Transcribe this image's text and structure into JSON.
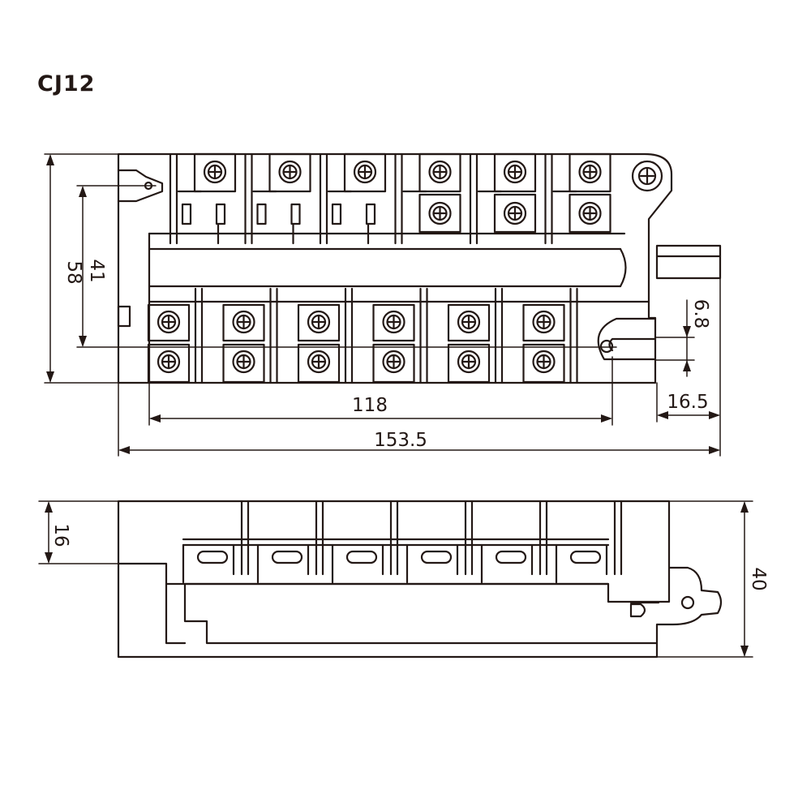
{
  "title": "CJ12",
  "colors": {
    "line": "#231815",
    "background": "#ffffff"
  },
  "top_view": {
    "terminals_top_row": 6,
    "terminals_bottom_row": 6,
    "dimensions": {
      "overall_height": "58",
      "mount_hole_spacing_vertical": "41",
      "overall_length": "153.5",
      "mount_hole_spacing_horizontal": "118",
      "lug_width": "16.5",
      "lug_slot": "6.8"
    }
  },
  "side_view": {
    "dimensions": {
      "overall_height": "40",
      "terminal_height": "16"
    }
  }
}
